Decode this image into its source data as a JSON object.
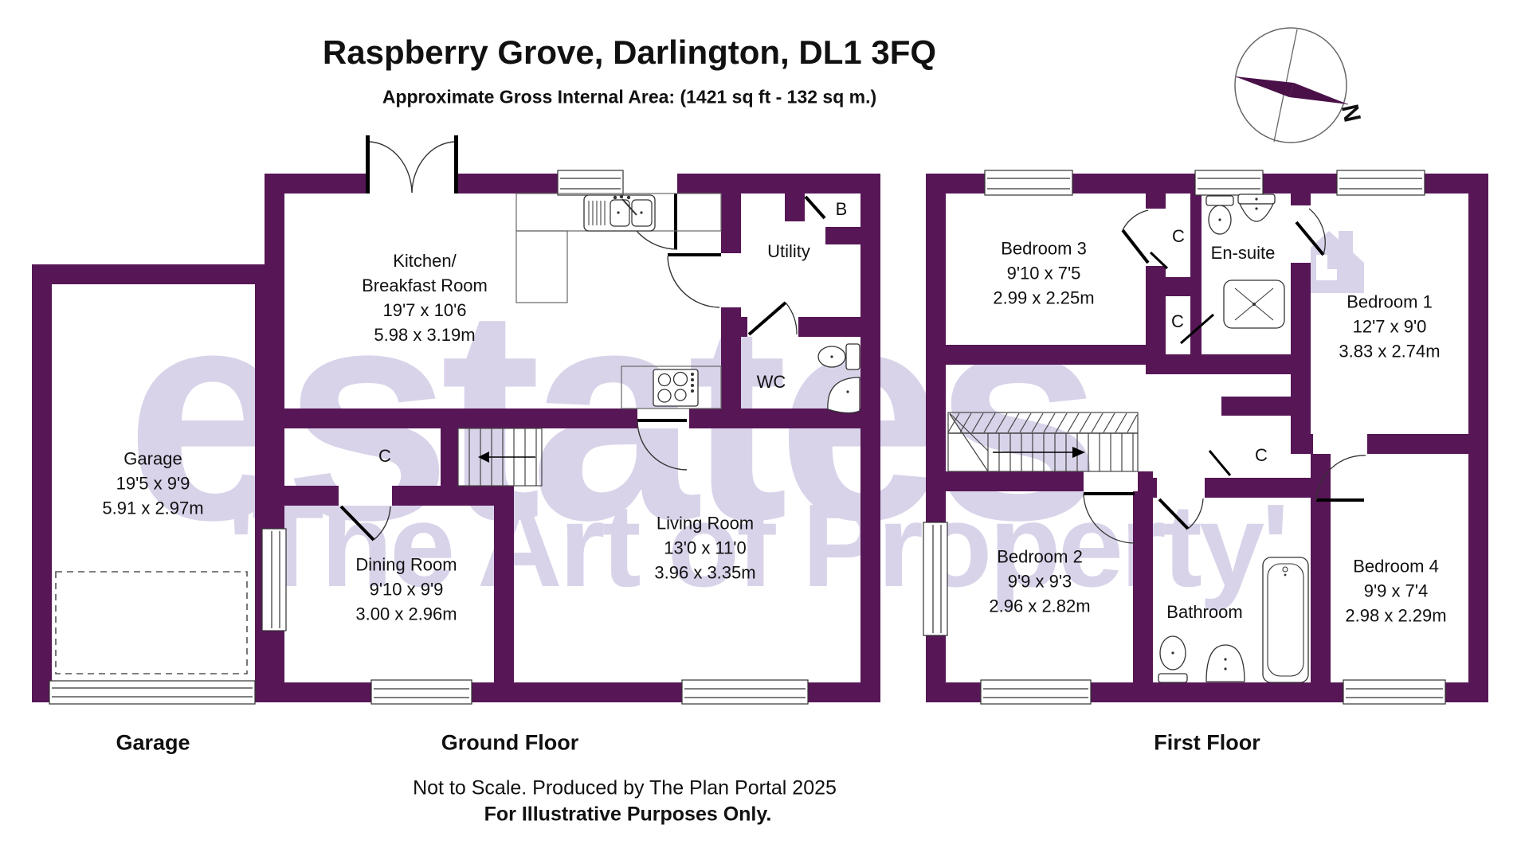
{
  "header": {
    "title": "Raspberry Grove, Darlington, DL1 3FQ",
    "subtitle": "Approximate Gross Internal Area: (1421 sq ft - 132 sq m.)"
  },
  "compass": {
    "north_label": "N"
  },
  "watermark": {
    "brand": "estates",
    "tagline": "'The Art of Property'"
  },
  "garage_plan": {
    "floor_label": "Garage",
    "room": {
      "name": "Garage",
      "imperial": "19'5 x 9'9",
      "metric": "5.91 x 2.97m"
    }
  },
  "ground_floor": {
    "floor_label": "Ground Floor",
    "rooms": {
      "kitchen": {
        "name_line1": "Kitchen/",
        "name_line2": "Breakfast Room",
        "imperial": "19'7 x 10'6",
        "metric": "5.98 x 3.19m"
      },
      "dining": {
        "name": "Dining Room",
        "imperial": "9'10 x 9'9",
        "metric": "3.00 x 2.96m"
      },
      "living": {
        "name": "Living Room",
        "imperial": "13'0 x 11'0",
        "metric": "3.96 x 3.35m"
      },
      "utility": {
        "name": "Utility"
      },
      "wc": {
        "name": "WC"
      },
      "boiler": {
        "abbr": "B"
      },
      "cupboard": {
        "abbr": "C"
      }
    }
  },
  "first_floor": {
    "floor_label": "First Floor",
    "rooms": {
      "bedroom1": {
        "name": "Bedroom 1",
        "imperial": "12'7 x 9'0",
        "metric": "3.83 x 2.74m"
      },
      "bedroom2": {
        "name": "Bedroom 2",
        "imperial": "9'9 x 9'3",
        "metric": "2.96 x 2.82m"
      },
      "bedroom3": {
        "name": "Bedroom 3",
        "imperial": "9'10 x 7'5",
        "metric": "2.99 x 2.25m"
      },
      "bedroom4": {
        "name": "Bedroom 4",
        "imperial": "9'9 x 7'4",
        "metric": "2.98 x 2.29m"
      },
      "ensuite": {
        "name": "En-suite"
      },
      "bathroom": {
        "name": "Bathroom"
      },
      "cupboard_a": {
        "abbr": "C"
      },
      "cupboard_b": {
        "abbr": "C"
      },
      "cupboard_c": {
        "abbr": "C"
      }
    }
  },
  "footer": {
    "line1": "Not to Scale. Produced by The Plan Portal 2025",
    "line2": "For Illustrative Purposes Only."
  },
  "colors": {
    "wall": "#571656",
    "watermark": "#d9d3ea",
    "needle": "#4a1048"
  }
}
